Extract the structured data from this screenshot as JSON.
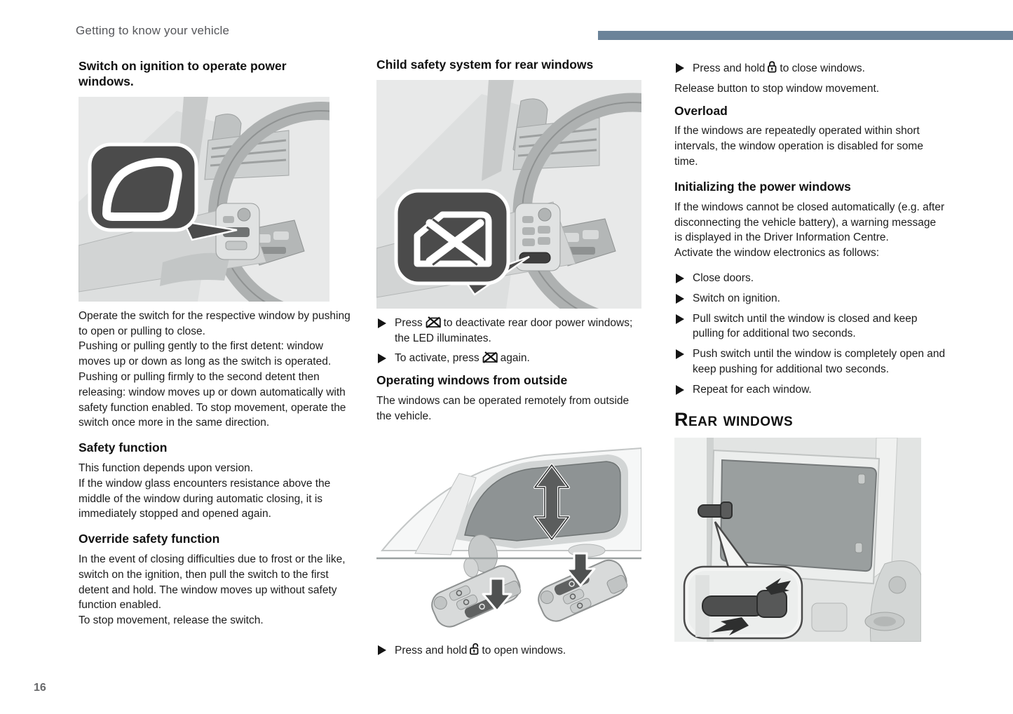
{
  "page": {
    "header": "Getting to know your vehicle",
    "page_number": "16"
  },
  "colors": {
    "accent_bar": "#6b8399",
    "body_text": "#1c1c1c",
    "illustration_bg": "#e8e9e9",
    "badge_dark": "#4b4b4b"
  },
  "icons": {
    "bullet": "right-pointing-triangle",
    "window_cross": "rear-window-deactivate-pictogram (window with cross)",
    "lock": "closed-padlock",
    "unlock": "open-padlock"
  },
  "col1": {
    "heading": "Switch on ignition to operate power windows.",
    "figure": "driver-door-window-switch-illustration",
    "para1": "Operate the switch for the respective window by pushing to open or pulling to close.\nPushing or pulling gently to the first detent: window moves up or down as long as the switch is operated.\nPushing or pulling firmly to the second detent then releasing: window moves up or down automatically with safety function enabled. To stop movement, operate the switch once more in the same direction.",
    "safety_heading": "Safety function",
    "safety_para": "This function depends upon version.\nIf the window glass encounters resistance above the middle of the window during automatic closing, it is immediately stopped and opened again.",
    "override_heading": "Override safety function",
    "override_para": "In the event of closing difficulties due to frost or the like, switch on the ignition, then pull the switch to the first detent and hold. The window moves up without safety function enabled.\nTo stop movement, release the switch."
  },
  "col2": {
    "heading": "Child safety system for rear windows",
    "figure1": "child-safety-button-illustration",
    "bullet1_pre": "Press",
    "bullet1_post": "to deactivate rear door power windows; the LED illuminates.",
    "bullet2_pre": "To activate, press",
    "bullet2_post": "again.",
    "operating_heading": "Operating windows from outside",
    "operating_para": "The windows can be operated remotely from outside the vehicle.",
    "figure2": "remote-window-operation-illustration",
    "open_bullet_pre": "Press and hold",
    "open_bullet_post": "to open windows."
  },
  "col3": {
    "close_bullet_pre": "Press and hold",
    "close_bullet_post": "to close windows.",
    "release_para": "Release button to stop window movement.",
    "overload_heading": "Overload",
    "overload_para": "If the windows are repeatedly operated within short intervals, the window operation is disabled for some time.",
    "init_heading": "Initializing the power windows",
    "init_para": "If the windows cannot be closed automatically (e.g. after disconnecting the vehicle battery), a warning message is displayed in the Driver Information Centre.\nActivate the window electronics as follows:",
    "steps": [
      "Close doors.",
      "Switch on ignition.",
      "Pull switch until the window is closed and keep pulling for additional two seconds.",
      "Push switch until the window is completely open and keep pushing for additional two seconds.",
      "Repeat for each window."
    ],
    "rear_heading": "Rear windows",
    "figure3": "rear-window-latch-illustration"
  }
}
